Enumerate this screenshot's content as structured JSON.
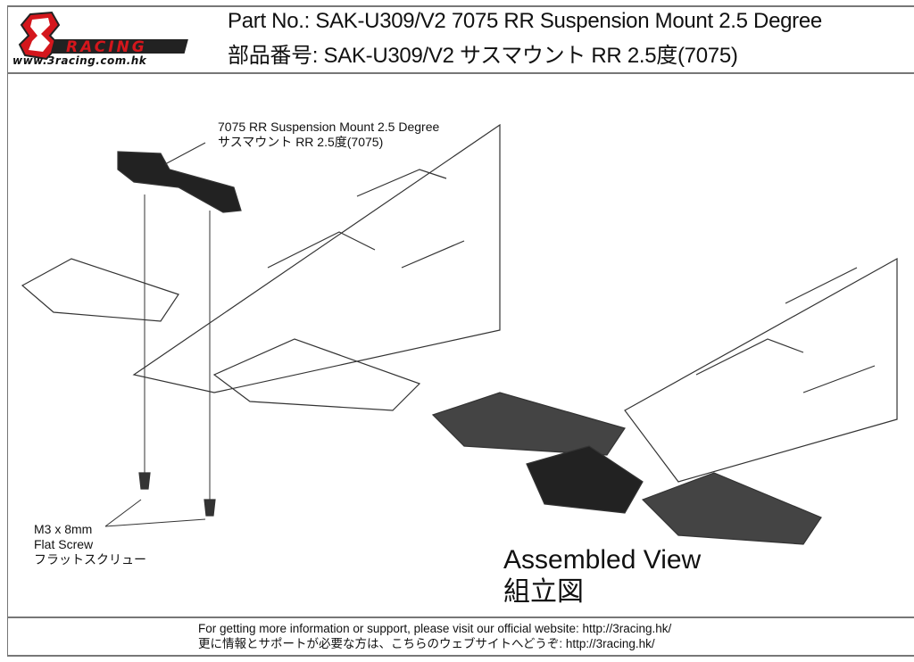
{
  "header": {
    "logo_text": "3RACING",
    "logo_url": "www.3racing.com.hk",
    "title_en": "Part No.: SAK-U309/V2 7075 RR Suspension Mount 2.5 Degree",
    "title_jp": "部品番号: SAK-U309/V2 サスマウント RR 2.5度(7075)"
  },
  "parts": [
    {
      "name_en": "7075 RR Suspension Mount 2.5 Degree",
      "name_jp": "サスマウント RR 2.5度(7075)"
    },
    {
      "name_en": "M3 x 8mm",
      "name_en2": "Flat Screw",
      "name_jp": "フラットスクリュー"
    }
  ],
  "assembled": {
    "en": "Assembled View",
    "jp": "組立図"
  },
  "footer": {
    "en": "For getting more information or support, please visit our official website: http://3racing.hk/",
    "jp": "更に情報とサポートが必要な方は、こちらのウェブサイトへどうぞ: http://3racing.hk/"
  },
  "colors": {
    "logo_red": "#d4161c",
    "line": "#777777"
  }
}
